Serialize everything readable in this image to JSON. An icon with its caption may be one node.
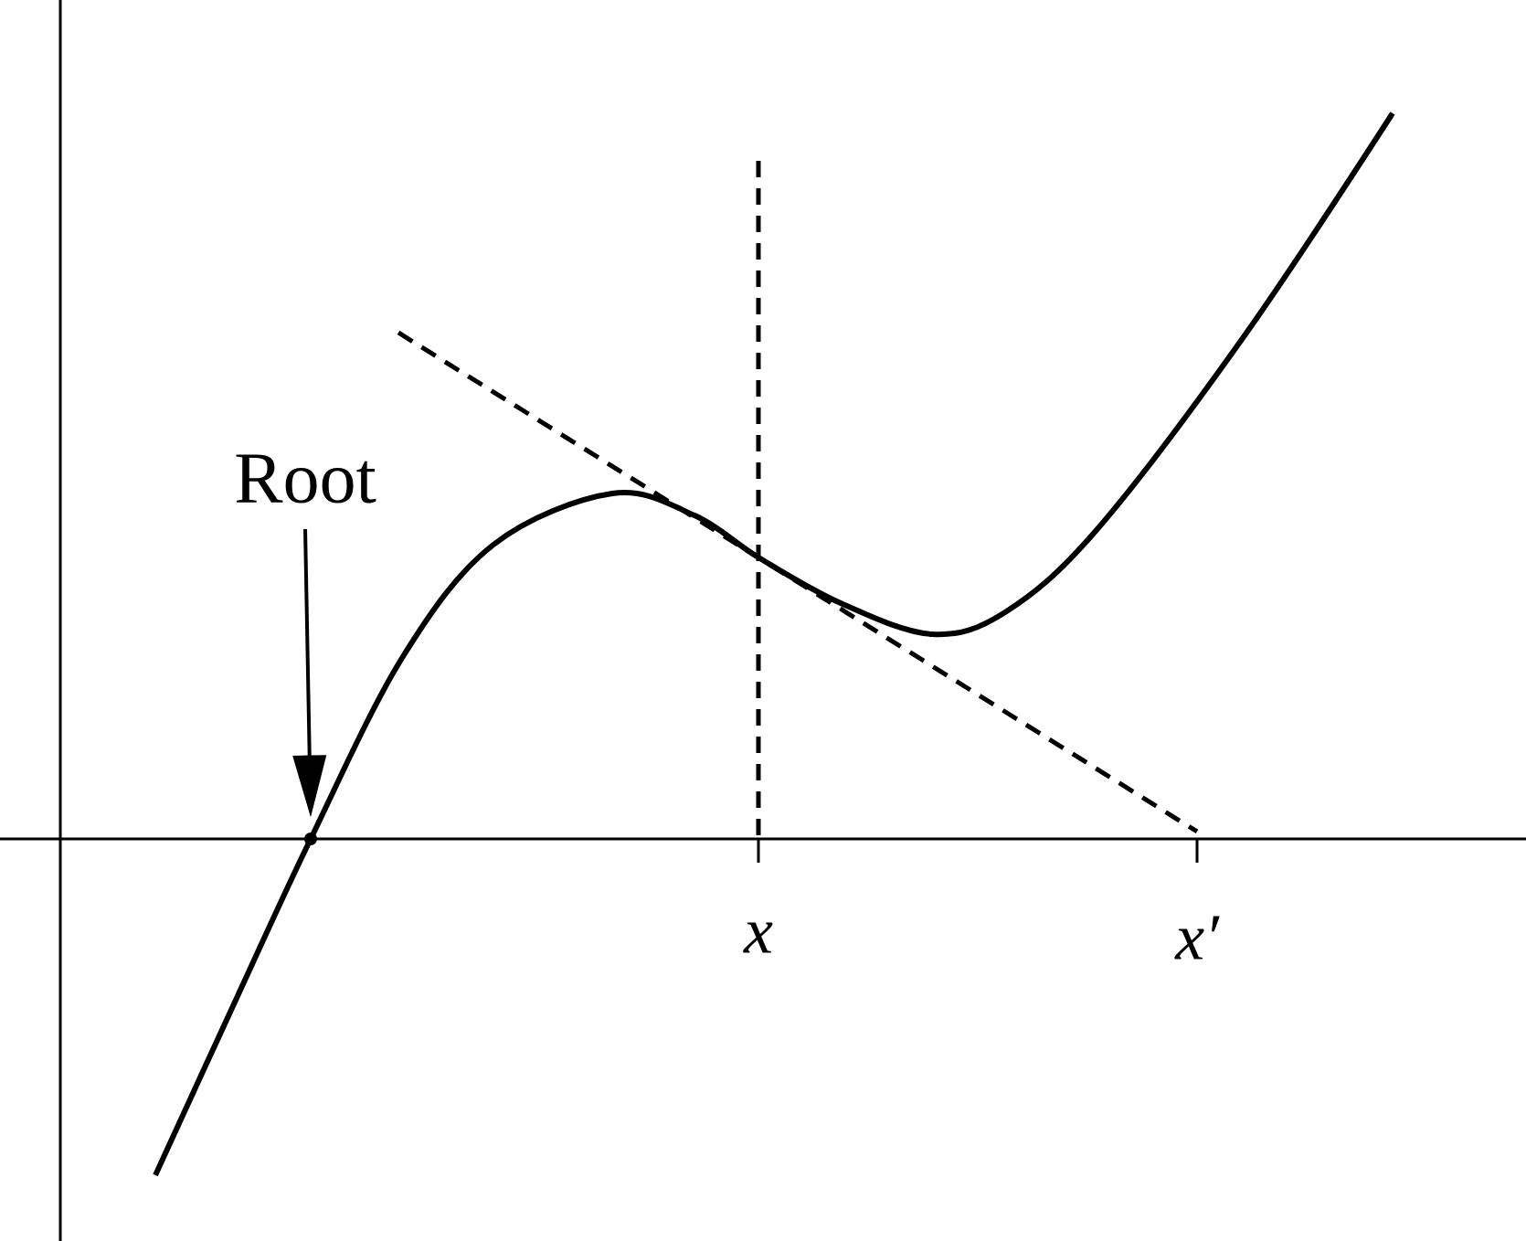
{
  "diagram": {
    "nodes": [
      {
        "text": [
          "Root"
        ]
      },
      {
        "text": [],
        "shape": "point"
      }
    ],
    "edges": [
      {
        "from": 0,
        "to": 1,
        "arrow": "to"
      }
    ],
    "labels": [
      "x",
      "x′"
    ]
  }
}
